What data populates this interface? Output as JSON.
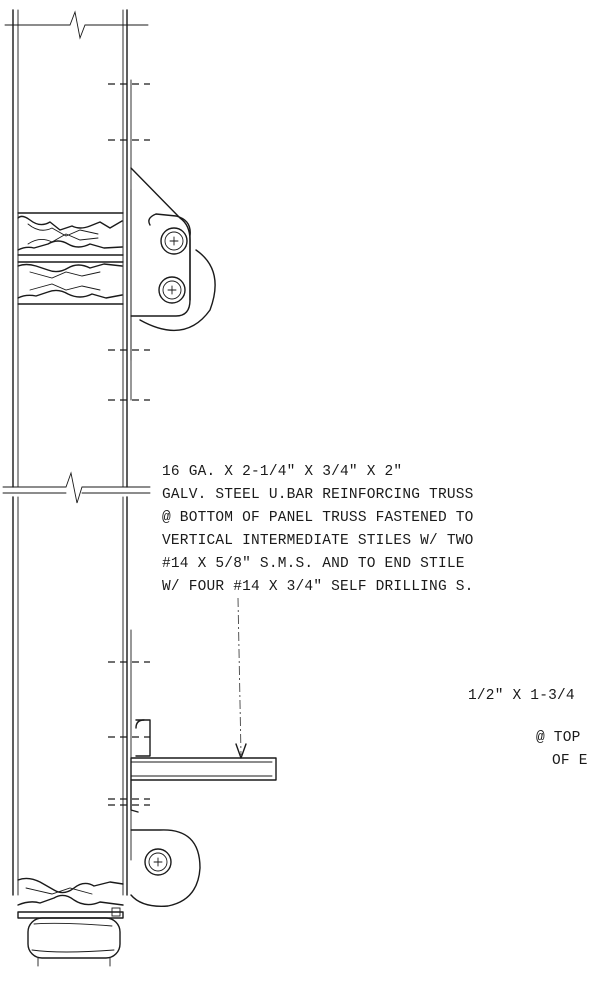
{
  "note_main": {
    "lines": [
      "16 GA. X 2-1/4\" X 3/4\" X 2\"",
      "GALV. STEEL U.BAR REINFORCING TRUSS",
      "@ BOTTOM OF PANEL TRUSS FASTENED TO",
      "VERTICAL INTERMEDIATE STILES W/ TWO",
      "#14 X 5/8\" S.M.S. AND TO END STILE",
      "W/ FOUR #14 X 3/4\" SELF DRILLING S."
    ]
  },
  "note_right": {
    "lines": [
      "1/2\" X 1-3/4",
      "@ TOP",
      "OF E"
    ]
  }
}
